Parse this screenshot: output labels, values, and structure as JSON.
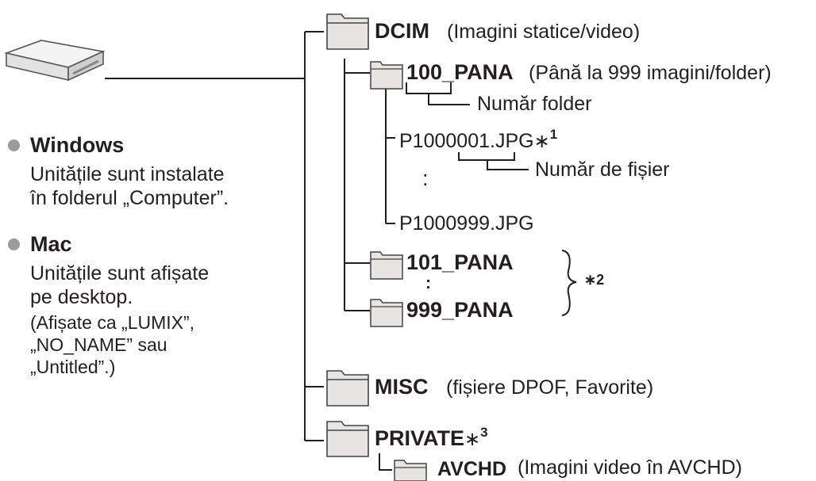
{
  "colors": {
    "line": "#231f20",
    "folder_fill": "#e7e5e1",
    "folder_stroke": "#444444",
    "bullet": "#9b9b9b",
    "drive_fill": "#eeeeee"
  },
  "drive": {
    "icon": "drive-icon"
  },
  "windows": {
    "title": "Windows",
    "line1": "Unitățile sunt instalate",
    "line2": "în folderul „Computer”."
  },
  "mac": {
    "title": "Mac",
    "line1": "Unitățile sunt afișate",
    "line2": "pe desktop.",
    "line3": "(Afișate ca „LUMIX”,",
    "line4": "„NO_NAME” sau",
    "line5": "„Untitled”.)"
  },
  "tree": {
    "dcim": {
      "name": "DCIM",
      "desc": "(Imagini statice/video)"
    },
    "pana100": {
      "name": "100_PANA",
      "desc": "(Până la 999 imagini/folder)"
    },
    "folder_number_label": "Număr folder",
    "file1": "P1000001.JPG",
    "file1_mark": "∗",
    "file1_note": "1",
    "file_number_label": "Număr de fișier",
    "ellipsis1": ":",
    "file2": "P1000999.JPG",
    "pana101": {
      "name": "101_PANA"
    },
    "ellipsis2": ":",
    "pana999": {
      "name": "999_PANA"
    },
    "group_mark": "∗",
    "group_note": "2",
    "misc": {
      "name": "MISC",
      "desc": "(fișiere DPOF, Favorite)"
    },
    "private": {
      "name": "PRIVATE",
      "mark": "∗",
      "note": "3"
    },
    "avchd": {
      "name": "AVCHD",
      "desc": "(Imagini video în AVCHD)"
    }
  }
}
